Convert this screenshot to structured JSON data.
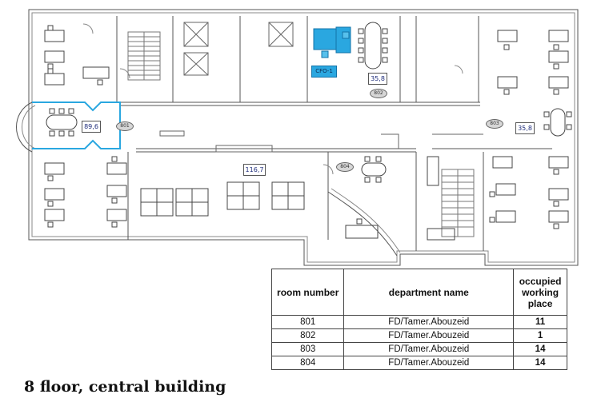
{
  "plan": {
    "area_labels": [
      {
        "id": "a801",
        "text": "89,6"
      },
      {
        "id": "a802",
        "text": "35,8"
      },
      {
        "id": "a803",
        "text": "35,8"
      },
      {
        "id": "a804",
        "text": "116,7"
      }
    ],
    "room_tags": [
      {
        "id": "t801",
        "text": "801"
      },
      {
        "id": "t802",
        "text": "802"
      },
      {
        "id": "t803",
        "text": "803"
      },
      {
        "id": "t804",
        "text": "804"
      }
    ],
    "workplace_label": "CFO-1",
    "highlight_color": "#2aa7e0",
    "wall_color": "#555555"
  },
  "legend": {
    "headers": [
      "room number",
      "department name",
      "occupied working place"
    ],
    "rows": [
      {
        "room": "801",
        "department": "FD/Tamer.Abouzeid",
        "places": "11"
      },
      {
        "room": "802",
        "department": "FD/Tamer.Abouzeid",
        "places": "1"
      },
      {
        "room": "803",
        "department": "FD/Tamer.Abouzeid",
        "places": "14"
      },
      {
        "room": "804",
        "department": "FD/Tamer.Abouzeid",
        "places": "14"
      }
    ]
  },
  "caption": "8 floor, central building"
}
